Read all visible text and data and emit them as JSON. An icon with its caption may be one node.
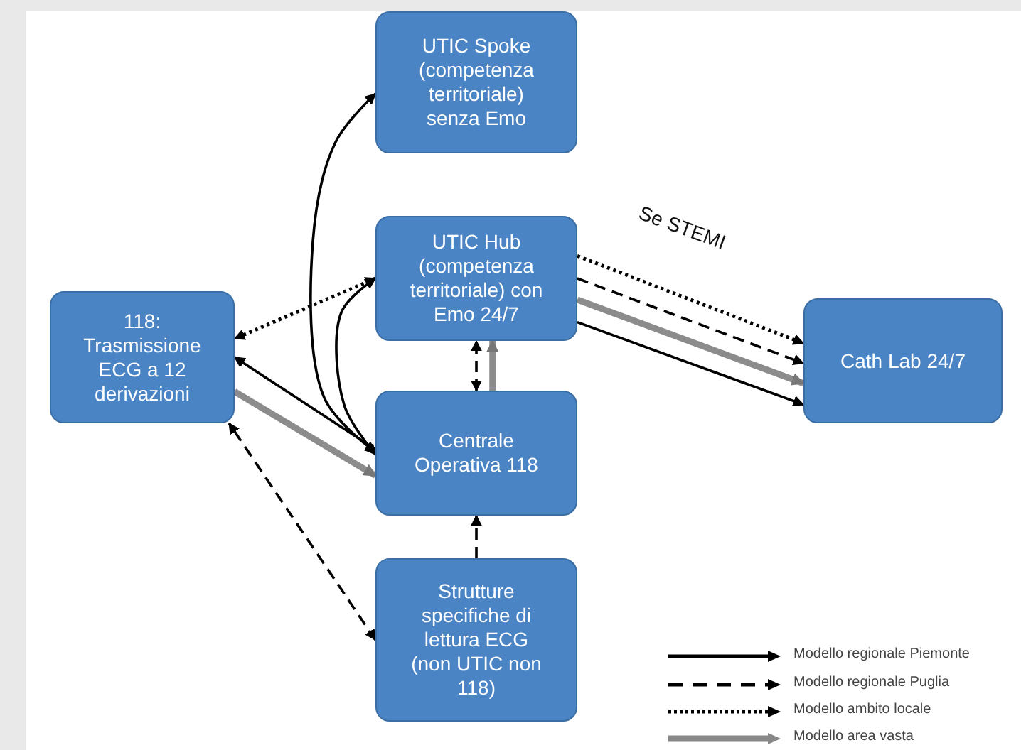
{
  "diagram": {
    "nodes": [
      {
        "text": [
          "UTIC Spoke (competenza territoriale) senza Emo"
        ]
      },
      {
        "text": [
          "UTIC Hub (competenza territoriale) con Emo 24/7"
        ]
      },
      {
        "text": [
          "118: Trasmissione ECG a 12 derivazioni"
        ]
      },
      {
        "text": [
          "Centrale Operativa 118"
        ]
      },
      {
        "text": [
          "Cath Lab 24/7"
        ]
      },
      {
        "text": [
          "Strutture specifiche di lettura ECG (non UTIC non 118)"
        ]
      }
    ],
    "edges": [
      {
        "from": 3,
        "to": 0,
        "arrow": "both"
      },
      {
        "from": 3,
        "to": 1,
        "arrow": "both"
      },
      {
        "from": 1,
        "to": 2,
        "arrow": "both",
        "style": "dashed"
      },
      {
        "from": 3,
        "to": 2,
        "arrow": "to"
      },
      {
        "from": 2,
        "to": 3,
        "arrow": "to",
        "style": "thick",
        "color": "#8c8c8c"
      },
      {
        "from": 5,
        "to": 2,
        "arrow": "both",
        "style": "dashed"
      },
      {
        "from": 3,
        "to": 1,
        "arrow": "both",
        "style": "dashed"
      },
      {
        "from": 3,
        "to": 1,
        "arrow": "to",
        "style": "thick",
        "color": "#8c8c8c"
      },
      {
        "from": 5,
        "to": 3,
        "arrow": "to",
        "style": "dashed"
      },
      {
        "from": 1,
        "to": 4,
        "arrow": "to",
        "style": "dashed",
        "label": "Se STEMI"
      },
      {
        "from": 1,
        "to": 4,
        "arrow": "to",
        "style": "dashed"
      },
      {
        "from": 1,
        "to": 4,
        "arrow": "to",
        "style": "thick",
        "color": "#8c8c8c"
      },
      {
        "from": 1,
        "to": 4,
        "arrow": "to"
      }
    ],
    "legend": [
      {
        "text": "Modello regionale Piemonte"
      },
      {
        "text": "Modello regionale Puglia"
      },
      {
        "text": "Modello ambito locale"
      },
      {
        "text": "Modello area vasta"
      }
    ]
  }
}
